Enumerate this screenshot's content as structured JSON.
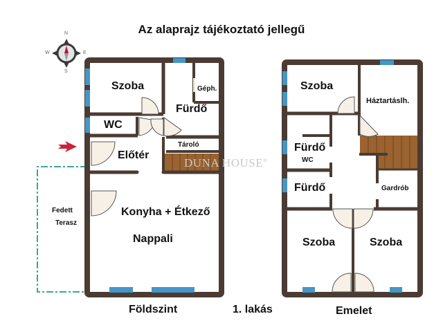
{
  "title": "Az alaprajz tájékoztató jellegű",
  "compass": {
    "icon": "compass-icon",
    "north": "N",
    "south": "S",
    "east": "E",
    "west": "W"
  },
  "entrance_arrow": {
    "icon": "arrow-right-icon",
    "color": "#c8243c"
  },
  "colors": {
    "wall": "#4a3b33",
    "window": "#4596c6",
    "stairs": "#9a6330",
    "terrace_border": "#3aa892",
    "door_fill": "#f7f0e6"
  },
  "ground_floor": {
    "label": "Földszint",
    "rooms": {
      "szoba": "Szoba",
      "geph": "Géph.",
      "furdo": "Fürdő",
      "wc": "WC",
      "tarolo": "Tároló",
      "eloter": "Előtér",
      "konyha": "Konyha + Étkező",
      "nappali": "Nappali"
    },
    "terrace": {
      "line1": "Fedett",
      "line2": "Terasz"
    }
  },
  "apartment_label": "1. lakás",
  "upper_floor": {
    "label": "Emelet",
    "rooms": {
      "szoba_top": "Szoba",
      "haztartasi": "Háztartáslh.",
      "furdo_wc": "Fürdő",
      "wc": "WC",
      "furdo": "Fürdő",
      "gardrob": "Gardrób",
      "szoba_left": "Szoba",
      "szoba_right": "Szoba"
    }
  },
  "watermark": {
    "text": "DUNA HOUSE",
    "mark": "®"
  }
}
